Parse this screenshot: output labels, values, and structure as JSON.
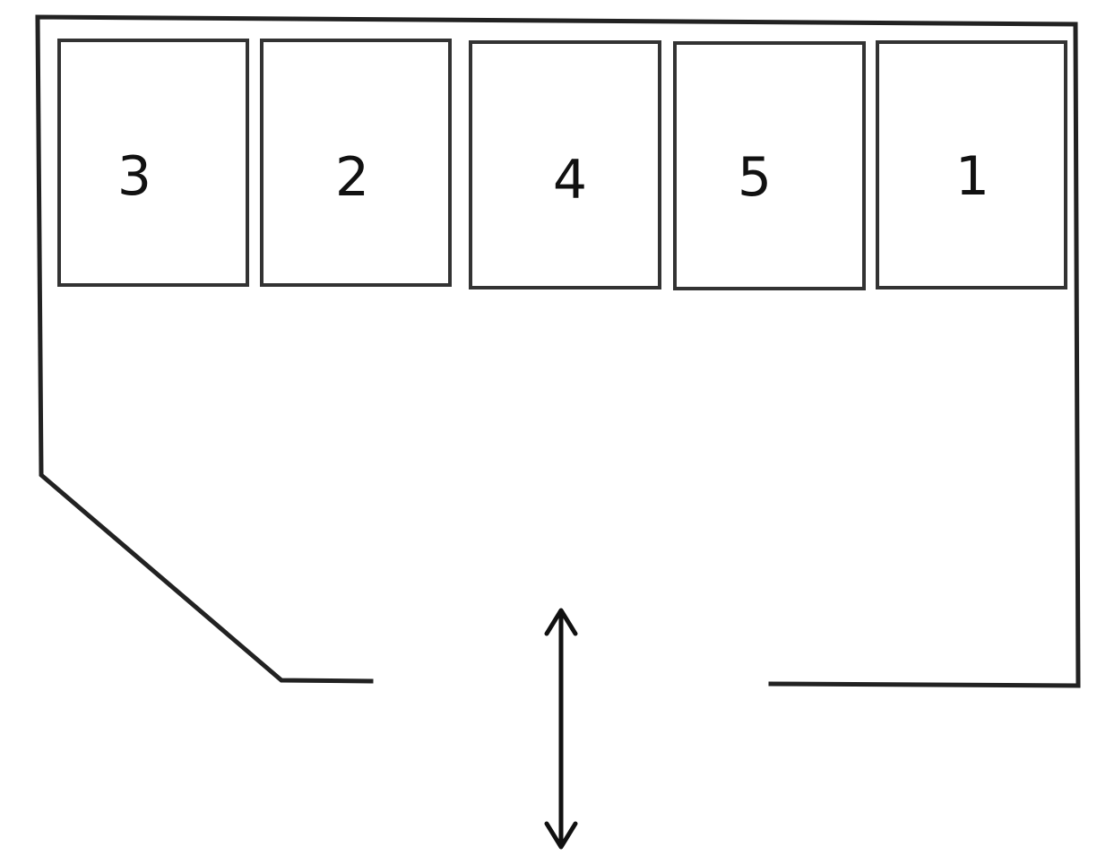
{
  "boxes": [
    {
      "label": "3"
    },
    {
      "label": "2"
    },
    {
      "label": "4"
    },
    {
      "label": "5"
    },
    {
      "label": "1"
    }
  ],
  "icons": {
    "entrance_arrow": "double-headed-vertical-arrow-icon"
  },
  "colors": {
    "line": "#222222",
    "background": "#ffffff"
  }
}
